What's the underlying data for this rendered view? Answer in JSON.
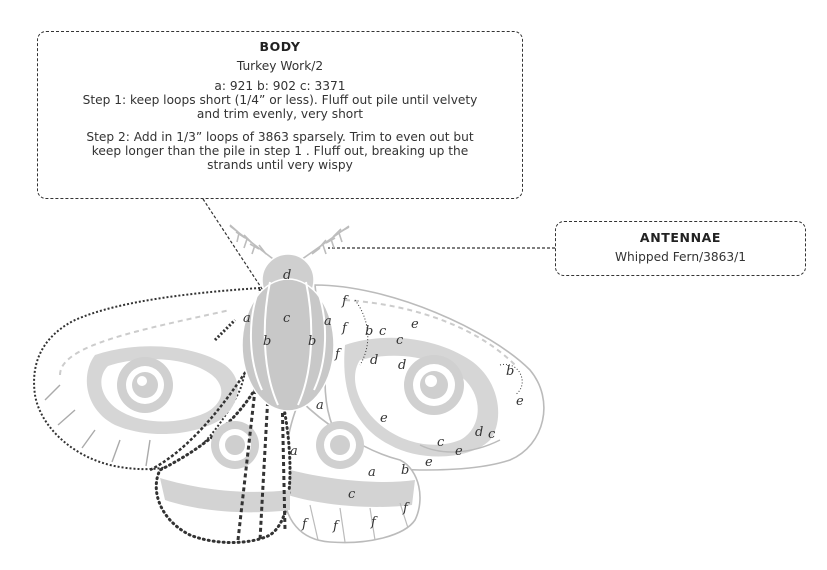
{
  "body_callout": {
    "title": "BODY",
    "technique": "Turkey Work/2",
    "colors": "a: 921 b: 902 c: 3371",
    "step1": "Step 1: keep loops short (1/4” or less). Fluff out pile until velvety\nand trim evenly, very short",
    "step2": "Step 2: Add in 1/3” loops of 3863 sparsely. Trim to even out but\nkeep longer than the pile in step 1 . Fluff out, breaking up the\nstrands until very wispy"
  },
  "antennae_callout": {
    "title": "ANTENNAE",
    "technique": "Whipped Fern/3863/1"
  },
  "region_labels": {
    "d": "d",
    "a": "a",
    "b": "b",
    "c": "c",
    "e": "e",
    "f": "f"
  },
  "colors": {
    "outline": "#333333",
    "fill_gray": "#c8c8c8",
    "wing_gray": "#d3d3d3"
  }
}
